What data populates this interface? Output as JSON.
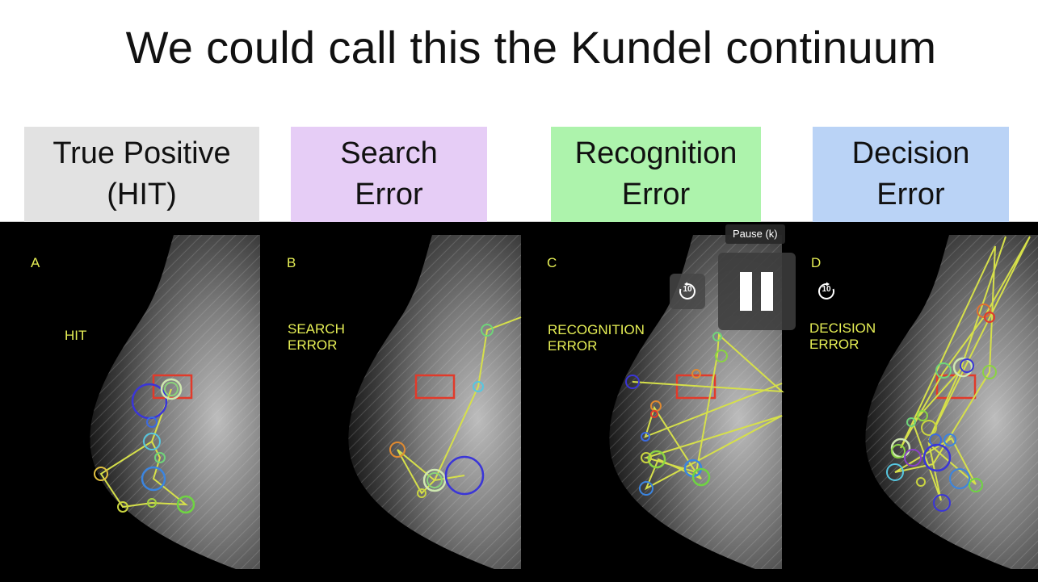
{
  "slide": {
    "title": "We could call this the Kundel continuum",
    "categories": [
      {
        "line1": "True Positive",
        "line2": "(HIT)",
        "color": "#e2e2e2"
      },
      {
        "line1": "Search",
        "line2": "Error",
        "color": "#e6cdf6"
      },
      {
        "line1": "Recognition",
        "line2": "Error",
        "color": "#adf3ac"
      },
      {
        "line1": "Decision",
        "line2": "Error",
        "color": "#bad3f6"
      }
    ],
    "panels": [
      {
        "letter": "A",
        "label_line1": "HIT",
        "label_line2": ""
      },
      {
        "letter": "B",
        "label_line1": "SEARCH",
        "label_line2": "ERROR"
      },
      {
        "letter": "C",
        "label_line1": "RECOGNITION",
        "label_line2": "ERROR"
      },
      {
        "letter": "D",
        "label_line1": "DECISION",
        "label_line2": "ERROR"
      }
    ]
  },
  "player": {
    "tooltip": "Pause (k)",
    "rewind_seconds": "10",
    "forward_seconds": "10"
  },
  "colors": {
    "label_yellow": "#e6ef55",
    "scanpath": "#d6e04a",
    "lesion_box": "#e23a2a"
  }
}
